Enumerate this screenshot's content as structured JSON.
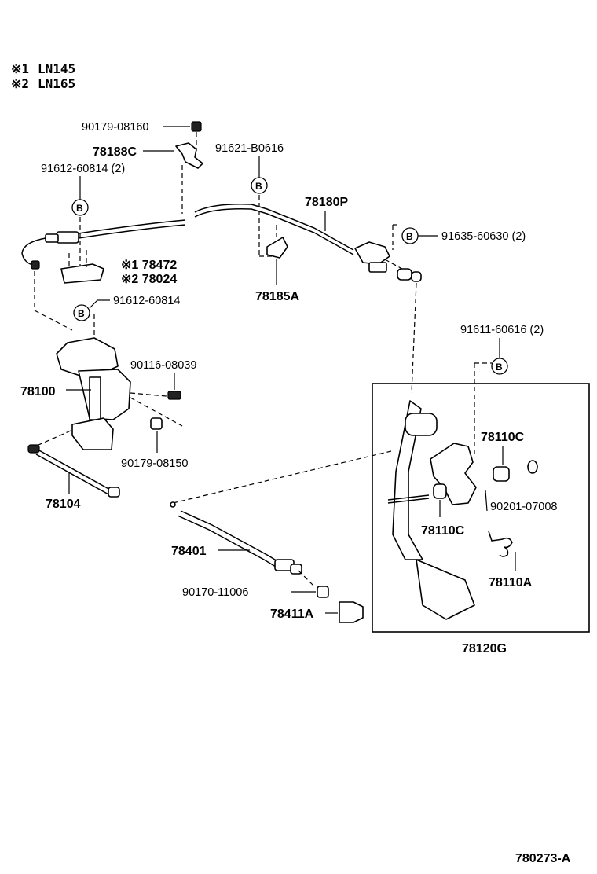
{
  "notes": [
    {
      "mark": "※1",
      "text": "LN145"
    },
    {
      "mark": "※2",
      "text": "LN165"
    }
  ],
  "ref_letter": "B",
  "labels": {
    "p90179_08160": "90179-08160",
    "p78188C": "78188C",
    "p91612_60814_2": "91612-60814 (2)",
    "p91621_B0616": "91621-B0616",
    "p78180P": "78180P",
    "p91635_60630_2": "91635-60630 (2)",
    "p78472": "※1 78472",
    "p78024": "※2 78024",
    "p78185A": "78185A",
    "p91612_60814": "91612-60814",
    "p91611_60616_2": "91611-60616 (2)",
    "p90116_08039": "90116-08039",
    "p78100": "78100",
    "p90179_08150": "90179-08150",
    "p78110C_top": "78110C",
    "p90201_07008": "90201-07008",
    "p78104": "78104",
    "p78110C_bottom": "78110C",
    "p78401": "78401",
    "p78110A": "78110A",
    "p90170_11006": "90170-11006",
    "p78411A": "78411A",
    "p78120G": "78120G"
  },
  "figure_code": "780273-A"
}
